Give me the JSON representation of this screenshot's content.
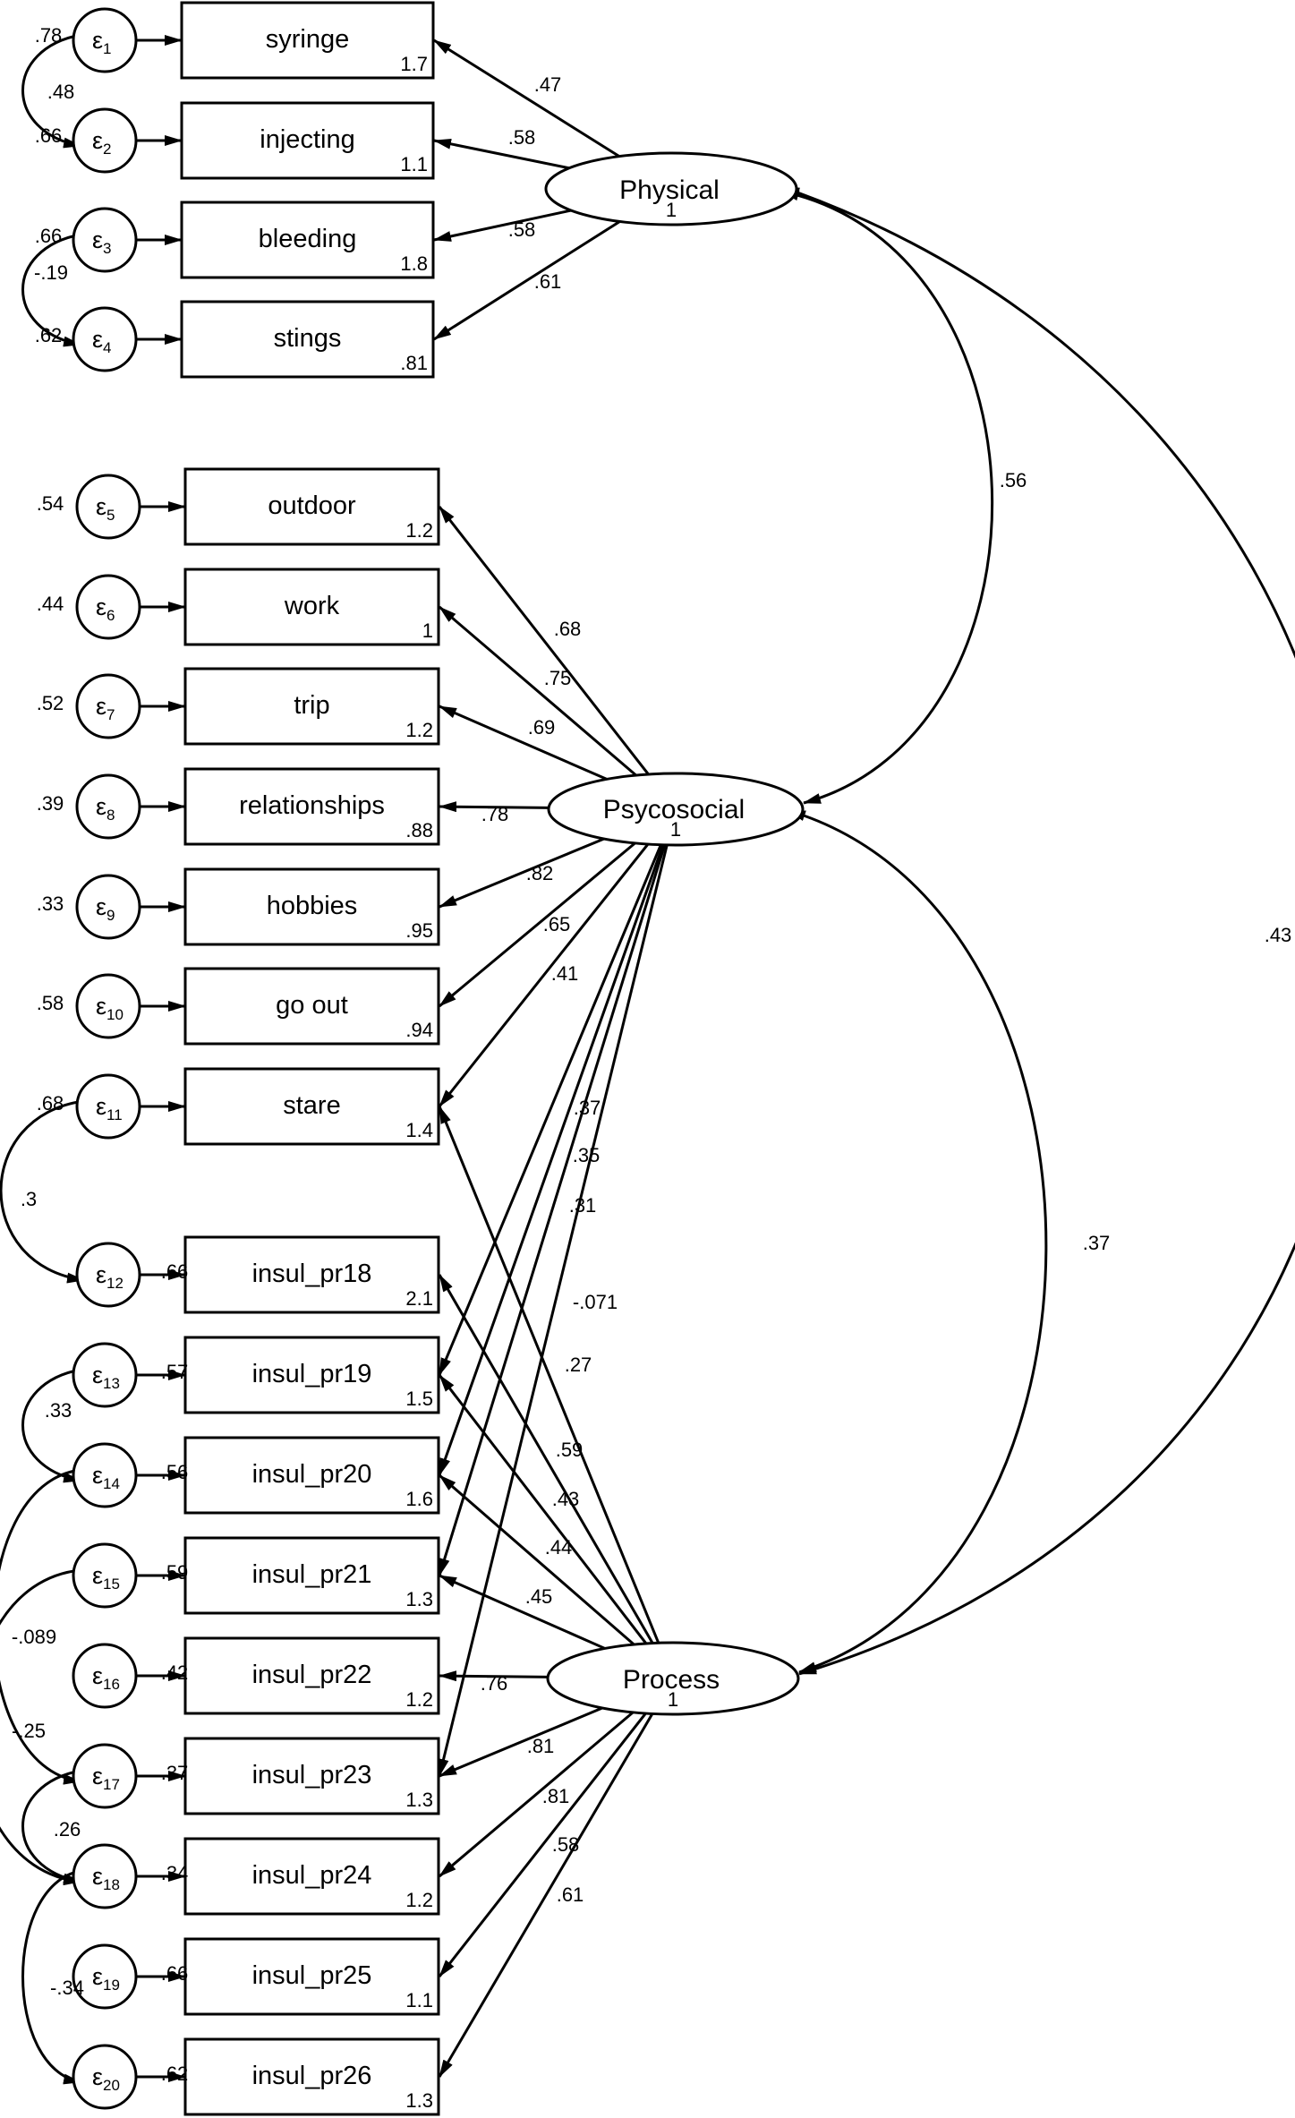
{
  "latents": [
    {
      "id": "physical",
      "name": "Physical",
      "var": "1"
    },
    {
      "id": "psycosocial",
      "name": "Psycosocial",
      "var": "1"
    },
    {
      "id": "process",
      "name": "Process",
      "var": "1"
    }
  ],
  "indicators": [
    {
      "name": "syringe",
      "intercept": "1.7",
      "err": "1",
      "errvar": ".78"
    },
    {
      "name": "injecting",
      "intercept": "1.1",
      "err": "2",
      "errvar": ".66"
    },
    {
      "name": "bleeding",
      "intercept": "1.8",
      "err": "3",
      "errvar": ".66"
    },
    {
      "name": "stings",
      "intercept": ".81",
      "err": "4",
      "errvar": ".62"
    },
    {
      "name": "outdoor",
      "intercept": "1.2",
      "err": "5",
      "errvar": ".54"
    },
    {
      "name": "work",
      "intercept": "1",
      "err": "6",
      "errvar": ".44"
    },
    {
      "name": "trip",
      "intercept": "1.2",
      "err": "7",
      "errvar": ".52"
    },
    {
      "name": "relationships",
      "intercept": ".88",
      "err": "8",
      "errvar": ".39"
    },
    {
      "name": "hobbies",
      "intercept": ".95",
      "err": "9",
      "errvar": ".33"
    },
    {
      "name": "go out",
      "intercept": ".94",
      "err": "10",
      "errvar": ".58"
    },
    {
      "name": "stare",
      "intercept": "1.4",
      "err": "11",
      "errvar": ".68"
    },
    {
      "name": "insul_pr18",
      "intercept": "2.1",
      "err": "12",
      "errvar": ".66"
    },
    {
      "name": "insul_pr19",
      "intercept": "1.5",
      "err": "13",
      "errvar": ".57"
    },
    {
      "name": "insul_pr20",
      "intercept": "1.6",
      "err": "14",
      "errvar": ".56"
    },
    {
      "name": "insul_pr21",
      "intercept": "1.3",
      "err": "15",
      "errvar": ".59"
    },
    {
      "name": "insul_pr22",
      "intercept": "1.2",
      "err": "16",
      "errvar": ".42"
    },
    {
      "name": "insul_pr23",
      "intercept": "1.3",
      "err": "17",
      "errvar": ".37"
    },
    {
      "name": "insul_pr24",
      "intercept": "1.2",
      "err": "18",
      "errvar": ".34"
    },
    {
      "name": "insul_pr25",
      "intercept": "1.1",
      "err": "19",
      "errvar": ".66"
    },
    {
      "name": "insul_pr26",
      "intercept": "1.3",
      "err": "20",
      "errvar": ".62"
    }
  ],
  "loadings": [
    {
      "from": "physical",
      "to": 0,
      "value": ".47"
    },
    {
      "from": "physical",
      "to": 1,
      "value": ".58"
    },
    {
      "from": "physical",
      "to": 2,
      "value": ".58"
    },
    {
      "from": "physical",
      "to": 3,
      "value": ".61"
    },
    {
      "from": "psycosocial",
      "to": 4,
      "value": ".68"
    },
    {
      "from": "psycosocial",
      "to": 5,
      "value": ".75"
    },
    {
      "from": "psycosocial",
      "to": 6,
      "value": ".69"
    },
    {
      "from": "psycosocial",
      "to": 7,
      "value": ".78"
    },
    {
      "from": "psycosocial",
      "to": 8,
      "value": ".82"
    },
    {
      "from": "psycosocial",
      "to": 9,
      "value": ".65"
    },
    {
      "from": "psycosocial",
      "to": 10,
      "value": ".41"
    },
    {
      "from": "psycosocial",
      "to": 14,
      "value": ".37"
    },
    {
      "from": "psycosocial",
      "to": 13,
      "value": ".35"
    },
    {
      "from": "psycosocial",
      "to": 12,
      "value": ".31"
    },
    {
      "from": "psycosocial",
      "to": 16,
      "value": "-.071"
    },
    {
      "from": "process",
      "to": 10,
      "value": ".27"
    },
    {
      "from": "process",
      "to": 11,
      "value": ".59"
    },
    {
      "from": "process",
      "to": 12,
      "value": ".43"
    },
    {
      "from": "process",
      "to": 13,
      "value": ".44"
    },
    {
      "from": "process",
      "to": 14,
      "value": ".45"
    },
    {
      "from": "process",
      "to": 15,
      "value": ".76"
    },
    {
      "from": "process",
      "to": 16,
      "value": ".81"
    },
    {
      "from": "process",
      "to": 17,
      "value": ".81"
    },
    {
      "from": "process",
      "to": 18,
      "value": ".58"
    },
    {
      "from": "process",
      "to": 19,
      "value": ".61"
    }
  ],
  "latent_covariances": [
    {
      "a": "physical",
      "b": "psycosocial",
      "value": ".56"
    },
    {
      "a": "psycosocial",
      "b": "process",
      "value": ".37"
    },
    {
      "a": "physical",
      "b": "process",
      "value": ".43"
    }
  ],
  "error_covariances": [
    {
      "a": 0,
      "b": 1,
      "value": ".48"
    },
    {
      "a": 2,
      "b": 3,
      "value": "-.19"
    },
    {
      "a": 10,
      "b": 11,
      "value": ".3"
    },
    {
      "a": 12,
      "b": 13,
      "value": ".33"
    },
    {
      "a": 13,
      "b": 16,
      "value": "-.089"
    },
    {
      "a": 14,
      "b": 17,
      "value": "-.25"
    },
    {
      "a": 16,
      "b": 17,
      "value": ".26"
    },
    {
      "a": 17,
      "b": 19,
      "value": "-.34"
    }
  ],
  "error_symbol": "ε"
}
